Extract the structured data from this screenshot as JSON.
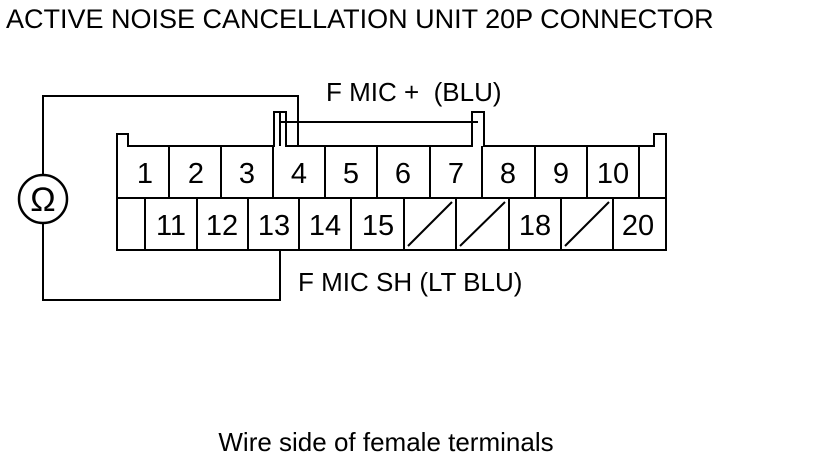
{
  "title": "ACTIVE NOISE CANCELLATION UNIT 20P CONNECTOR",
  "meter": {
    "symbol": "Ω",
    "icon": "ohmmeter-icon"
  },
  "wires": {
    "top": {
      "text": "F MIC +  (BLU)",
      "pin": "4"
    },
    "bottom": {
      "text": "F MIC SH (LT BLU)",
      "pin": "13"
    }
  },
  "connector": {
    "pins": 20,
    "row1": [
      "1",
      "2",
      "3",
      "4",
      "5",
      "6",
      "7",
      "8",
      "9",
      "10"
    ],
    "row2": [
      "11",
      "12",
      "13",
      "14",
      "15",
      "",
      "",
      "18",
      "",
      "20"
    ],
    "unused_cavities": [
      "16",
      "17",
      "19"
    ]
  },
  "caption": "Wire side of female terminals",
  "colors": {
    "line": "#000000",
    "background": "#ffffff"
  }
}
